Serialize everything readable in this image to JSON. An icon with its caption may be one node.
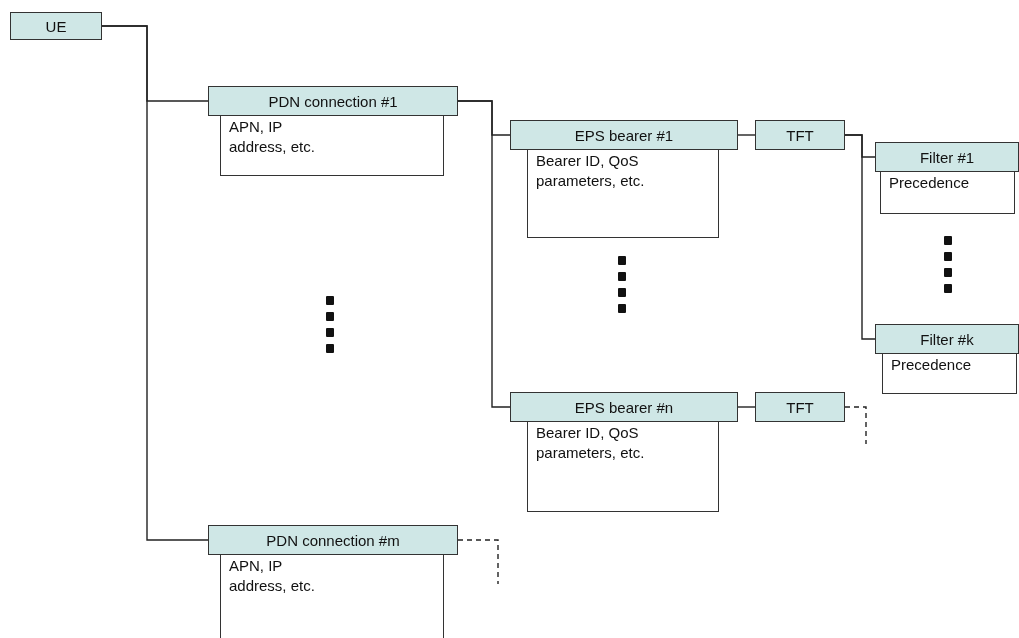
{
  "diagram": {
    "nodes": [
      {
        "text": [
          "UE"
        ]
      },
      {
        "text": [
          "PDN connection #1",
          "APN, IP address, etc."
        ]
      },
      {
        "text": [
          "EPS bearer #1",
          "Bearer ID, QoS parameters, etc."
        ]
      },
      {
        "text": [
          "TFT"
        ]
      },
      {
        "text": [
          "Filter #1",
          "Precedence"
        ]
      },
      {
        "text": [
          "Filter #k",
          "Precedence"
        ]
      },
      {
        "text": [
          "EPS bearer #n",
          "Bearer ID, QoS parameters, etc."
        ]
      },
      {
        "text": [
          "TFT"
        ]
      },
      {
        "text": [
          "PDN connection #m",
          "APN, IP address, etc."
        ]
      }
    ],
    "edges": [
      {
        "from": 0,
        "to": 1,
        "arrow": "none"
      },
      {
        "from": 0,
        "to": 8,
        "arrow": "none"
      },
      {
        "from": 1,
        "to": 2,
        "arrow": "none"
      },
      {
        "from": 1,
        "to": 6,
        "arrow": "none"
      },
      {
        "from": 2,
        "to": 3,
        "arrow": "none"
      },
      {
        "from": 3,
        "to": 4,
        "arrow": "none"
      },
      {
        "from": 3,
        "to": 5,
        "arrow": "none"
      },
      {
        "from": 6,
        "to": 7,
        "arrow": "none"
      },
      {
        "from": 7,
        "to": null,
        "arrow": "none",
        "style": "dashed"
      },
      {
        "from": 8,
        "to": null,
        "arrow": "none",
        "style": "dashed"
      }
    ]
  }
}
